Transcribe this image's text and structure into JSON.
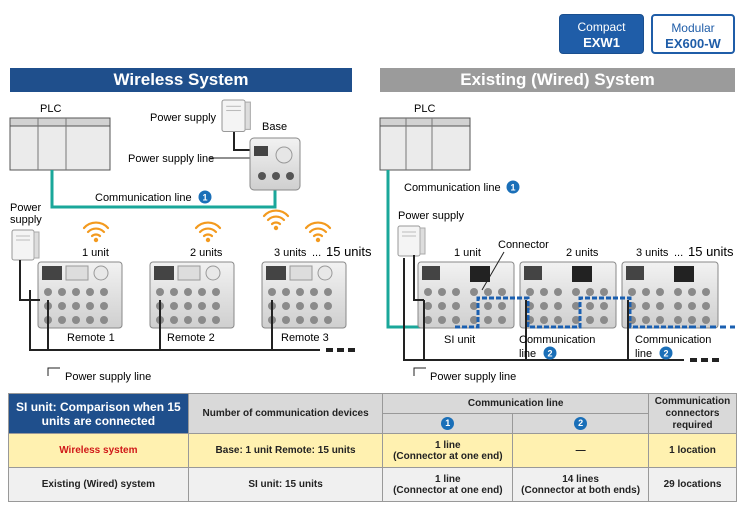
{
  "badges": {
    "compact": {
      "line1": "Compact",
      "line2": "EXW1"
    },
    "modular": {
      "line1": "Modular",
      "line2": "EX600-W"
    }
  },
  "wireless": {
    "title": "Wireless System",
    "plc": "PLC",
    "power_supply_top": "Power supply",
    "base": "Base",
    "power_supply_line_top": "Power supply line",
    "communication_line": "Communication line",
    "power_supply_left_1": "Power",
    "power_supply_left_2": "supply",
    "unit1": "1 unit",
    "unit2": "2 units",
    "unit3": "3 units",
    "ellipsis": "...",
    "unit15": "15 units",
    "remote1": "Remote 1",
    "remote2": "Remote 2",
    "remote3": "Remote 3",
    "power_supply_line_bottom": "Power supply line"
  },
  "wired": {
    "title": "Existing (Wired) System",
    "plc": "PLC",
    "communication_line": "Communication line",
    "power_supply": "Power supply",
    "connector": "Connector",
    "unit1": "1 unit",
    "unit2": "2 units",
    "unit3": "3 units",
    "ellipsis": "...",
    "unit15": "15 units",
    "si_unit": "SI unit",
    "comm_line_a": "Communication",
    "comm_line_a2": "line",
    "comm_line_b": "Communication",
    "comm_line_b2": "line",
    "power_supply_line": "Power supply line"
  },
  "markers": {
    "one": "1",
    "two": "2"
  },
  "table": {
    "corner": "SI unit: Comparison when 15 units are connected",
    "col_devices": "Number of communication devices",
    "col_comm_line": "Communication line",
    "col_connectors": "Communication connectors required",
    "sub1": "1",
    "sub2": "2",
    "rows": [
      {
        "label": "Wireless system",
        "devices": "Base: 1 unit   Remote: 15 units",
        "line1_a": "1 line",
        "line1_b": "(Connector at one end)",
        "line2_a": "—",
        "line2_b": "",
        "connectors": "1 location"
      },
      {
        "label": "Existing (Wired) system",
        "devices": "SI unit: 15 units",
        "line1_a": "1 line",
        "line1_b": "(Connector at one end)",
        "line2_a": "14 lines",
        "line2_b": "(Connector at both ends)",
        "connectors": "29 locations"
      }
    ]
  },
  "colors": {
    "wireless_header": "#1f4f8c",
    "wired_header": "#9b9b9b",
    "comm_line": "#1aa79a",
    "wired_comm": "#1a5fb0",
    "wifi": "#f39a1e",
    "marker": "#1a6fb8"
  }
}
